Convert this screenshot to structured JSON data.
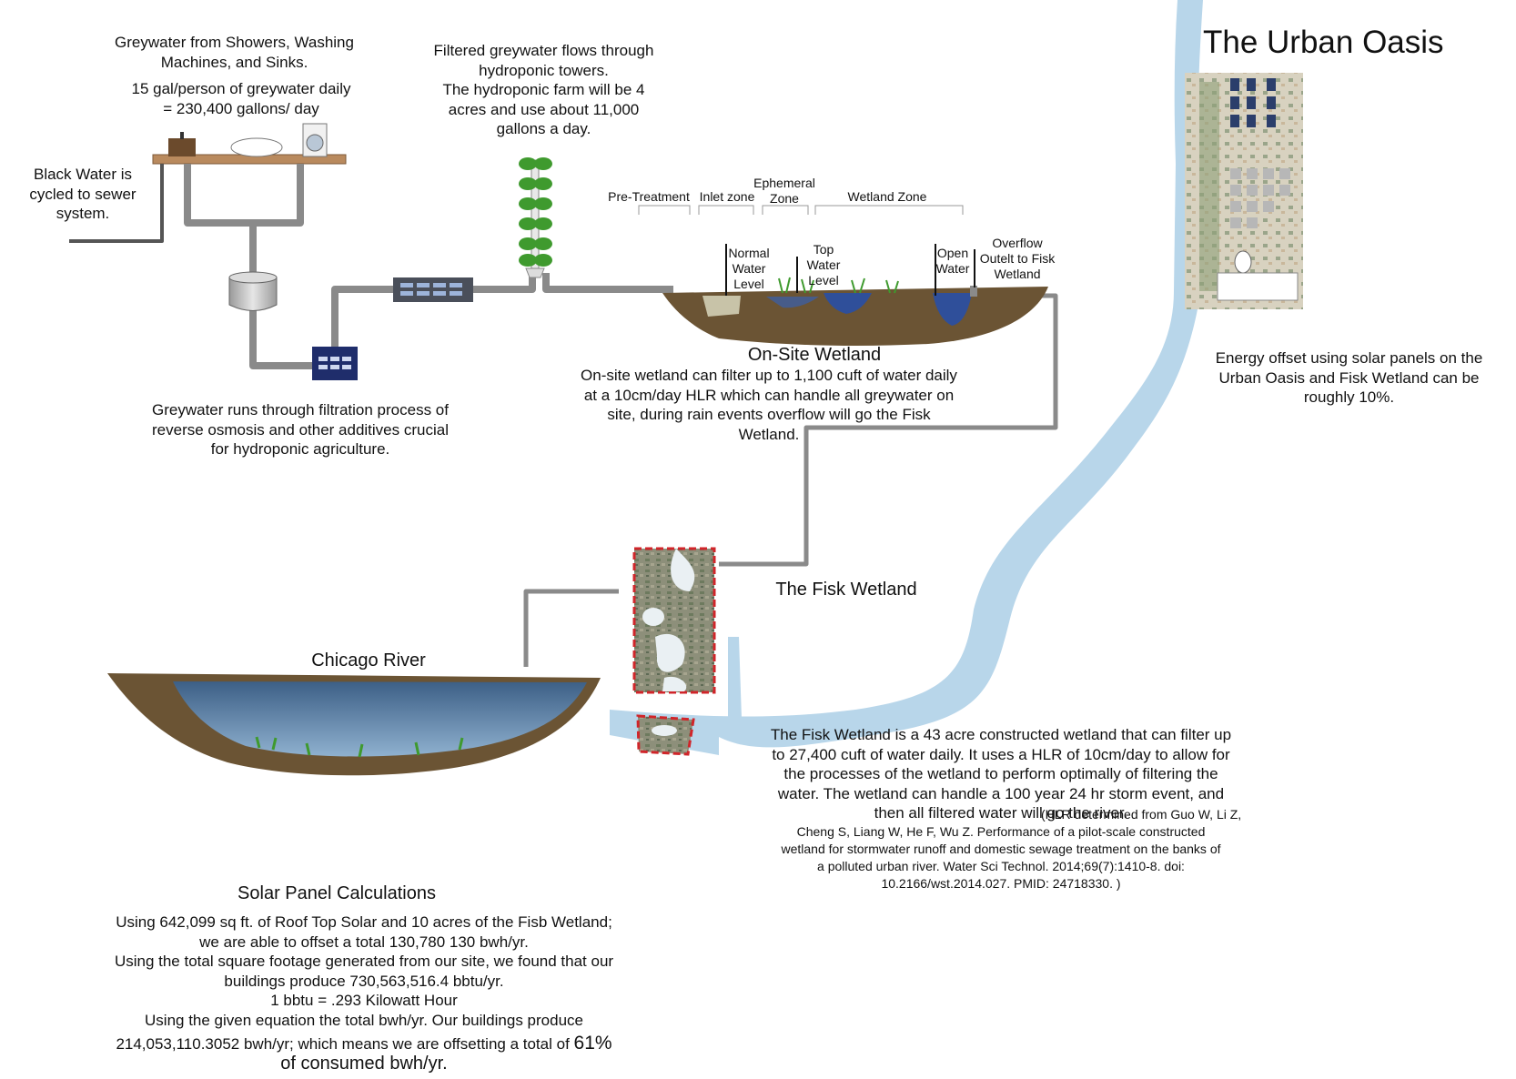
{
  "title": "The Urban Oasis",
  "greywater_source": {
    "heading": "Greywater from Showers, Washing\nMachines, and Sinks.",
    "rate": "15 gal/person of greywater daily\n= 230,400 gallons/ day"
  },
  "black_water": "Black Water is\ncycled to sewer\nsystem.",
  "hydroponic": "Filtered greywater flows through\nhydroponic towers.\nThe hydroponic farm will be 4\nacres and use about 11,000\ngallons a day.",
  "filtration": "Greywater runs through filtration process of\nreverse osmosis and other additives crucial\nfor hydroponic agriculture.",
  "zones": {
    "pretreatment": "Pre-Treatment",
    "inlet": "Inlet zone",
    "ephemeral": "Ephemeral\nZone",
    "wetland": "Wetland Zone"
  },
  "levels": {
    "normal": "Normal\nWater\nLevel",
    "top": "Top\nWater\nLevel",
    "open": "Open\nWater",
    "overflow": "Overflow\nOutelt to Fisk\nWetland"
  },
  "onsite": {
    "title": "On-Site Wetland",
    "body": "On-site wetland can filter up to 1,100 cuft of water daily\nat a 10cm/day HLR which can handle all greywater on\nsite, during rain events overflow will go the Fisk\nWetland."
  },
  "energy": "Energy offset using solar panels on the\nUrban Oasis and Fisk Wetland can be\nroughly 10%.",
  "fisk": {
    "title": "The Fisk Wetland",
    "body": "The Fisk Wetland is a 43 acre constructed wetland that can filter up\nto 27,400 cuft of water daily. It uses a HLR of 10cm/day to allow for\nthe processes of the wetland  to perform optimally of filtering the\nwater. The wetland can handle a 100 year 24 hr storm event, and\nthen all filtered water will go the river.",
    "citation_inline": "(HLR determined from Guo W, Li Z,",
    "citation": "Cheng S, Liang W, He F, Wu Z. Performance of a pilot-scale constructed\nwetland for stormwater runoff and domestic sewage treatment on the banks of\na polluted urban river. Water Sci Technol. 2014;69(7):1410-8. doi:\n10.2166/wst.2014.027. PMID: 24718330. )"
  },
  "river": {
    "title": "Chicago River"
  },
  "solar": {
    "title": "Solar Panel Calculations",
    "body": "Using 642,099 sq ft. of Roof Top Solar and 10 acres of the Fisb Wetland;\nwe are able to offset a total 130,780 130 bwh/yr.\nUsing the total square footage generated from our site, we found that our\nbuildings produce 730,563,516.4 bbtu/yr.\n1 bbtu = .293 Kilowatt Hour\nUsing the given equation the total bwh/yr. Our buildings produce",
    "line_a": "214,053,110.3052 bwh/yr; which means we are offsetting a total of",
    "percent": "61%",
    "line_b": "of consumed bwh/yr."
  },
  "colors": {
    "pipe": "#8a8a8a",
    "river": "#b8d6ea",
    "soil": "#6b5434",
    "wetland_water": "#2f4f9a",
    "filter_unit": "#1f2d6b",
    "wood": "#b98a5e",
    "plant": "#3f9a2e",
    "boundary": "#d0252a"
  }
}
